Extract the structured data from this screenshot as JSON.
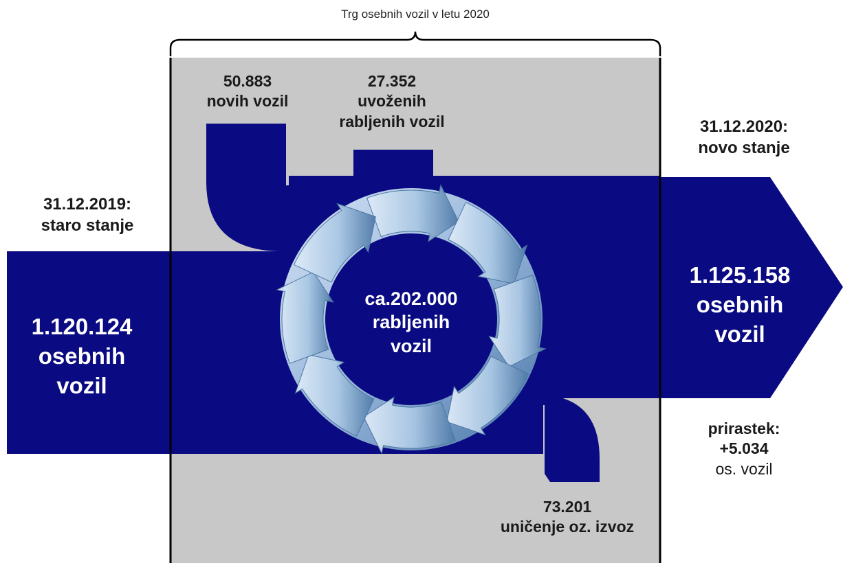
{
  "title": "Trg osebnih vozil v letu 2020",
  "colors": {
    "navy": "#0a0a82",
    "panel": "#c8c8c8",
    "ring_light": "#d2e3f5",
    "ring_dark": "#5f8bb6"
  },
  "start": {
    "date": "31.12.2019:",
    "caption": "staro stanje",
    "count": "1.120.124",
    "unit_line1": "osebnih",
    "unit_line2": "vozil"
  },
  "end": {
    "date": "31.12.2020:",
    "caption": "novo stanje",
    "count": "1.125.158",
    "unit_line1": "osebnih",
    "unit_line2": "vozil"
  },
  "inflow_new": {
    "count": "50.883",
    "label": "novih vozil"
  },
  "inflow_imported": {
    "count": "27.352",
    "label_line1": "uvoženih",
    "label_line2": "rabljenih vozil"
  },
  "outflow": {
    "count": "73.201",
    "label": "uničenje oz. izvoz"
  },
  "cycle": {
    "line1": "ca.202.000",
    "line2": "rabljenih",
    "line3": "vozil"
  },
  "growth": {
    "label": "prirastek:",
    "value": "+5.034",
    "unit": "os. vozil"
  }
}
